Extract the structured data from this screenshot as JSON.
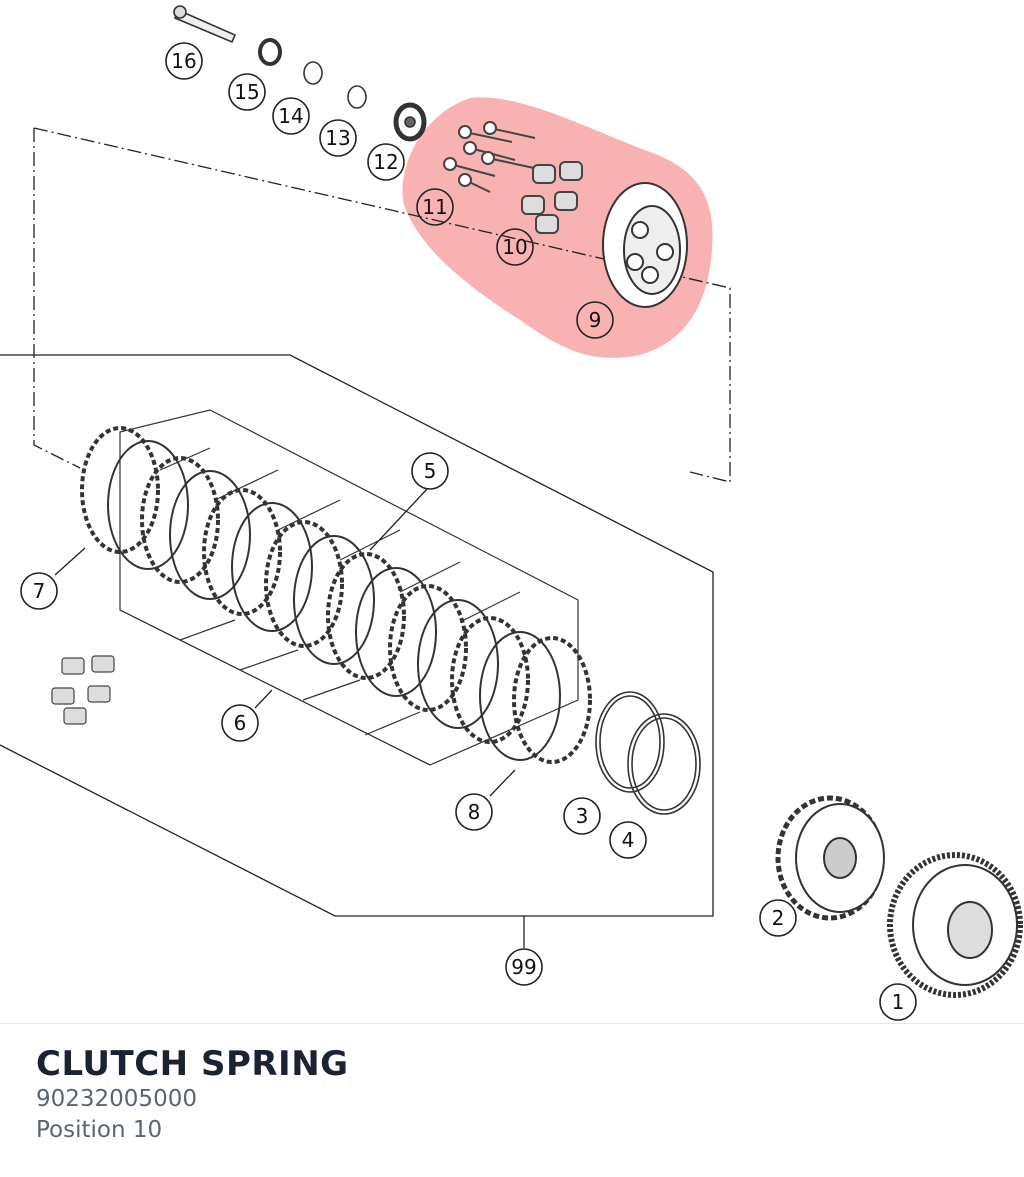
{
  "diagram": {
    "highlight_color": "#f7a4a4",
    "callouts": [
      {
        "label": "16"
      },
      {
        "label": "15"
      },
      {
        "label": "14"
      },
      {
        "label": "13"
      },
      {
        "label": "12"
      },
      {
        "label": "11"
      },
      {
        "label": "10"
      },
      {
        "label": "9"
      },
      {
        "label": "5"
      },
      {
        "label": "7"
      },
      {
        "label": "6"
      },
      {
        "label": "8"
      },
      {
        "label": "3"
      },
      {
        "label": "4"
      },
      {
        "label": "2"
      },
      {
        "label": "1"
      },
      {
        "label": "99"
      }
    ]
  },
  "part": {
    "name": "CLUTCH SPRING",
    "number": "90232005000",
    "position": "Position 10"
  }
}
